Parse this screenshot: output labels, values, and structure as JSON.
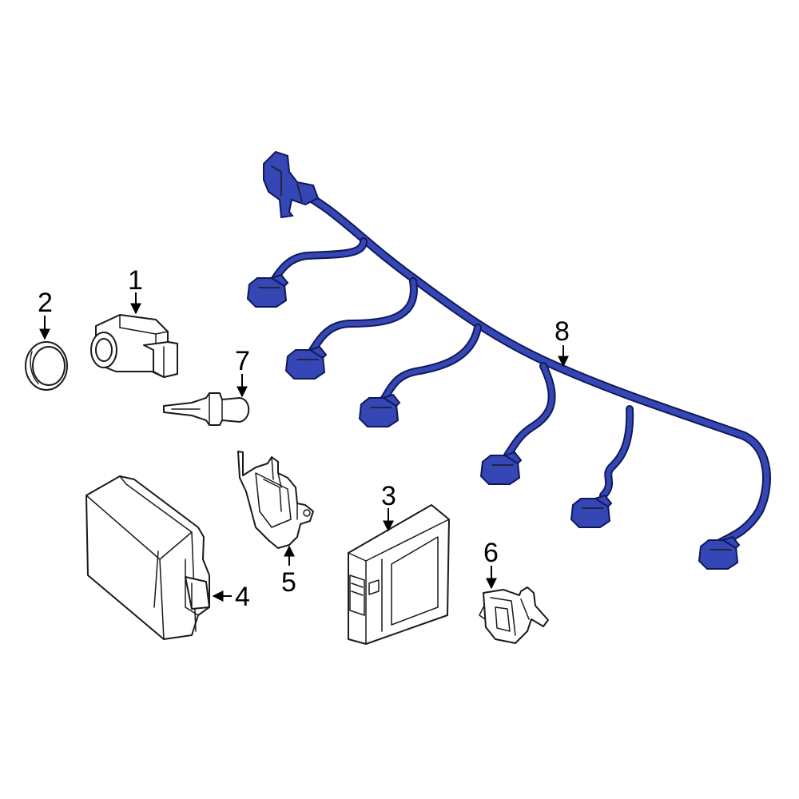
{
  "diagram": {
    "harness_color": "#3547b4",
    "harness_outline": "#10185a",
    "line_color": "#1a1a1a",
    "callouts": [
      {
        "id": "c1",
        "label": "1"
      },
      {
        "id": "c2",
        "label": "2"
      },
      {
        "id": "c3",
        "label": "3"
      },
      {
        "id": "c4",
        "label": "4"
      },
      {
        "id": "c5",
        "label": "5"
      },
      {
        "id": "c6",
        "label": "6"
      },
      {
        "id": "c7",
        "label": "7"
      },
      {
        "id": "c8",
        "label": "8"
      }
    ]
  }
}
